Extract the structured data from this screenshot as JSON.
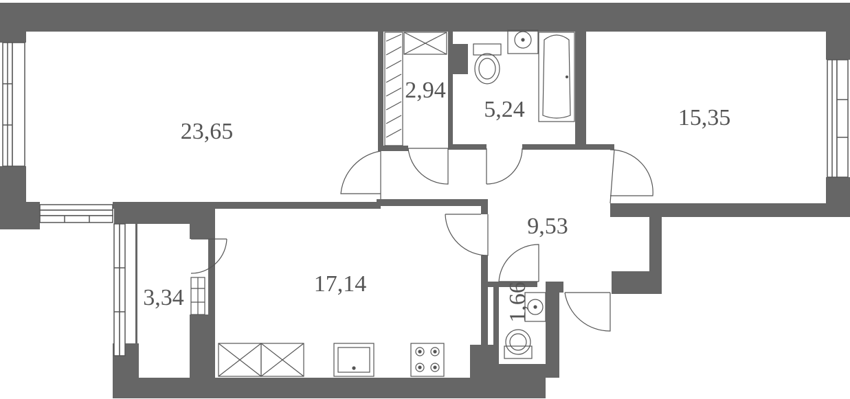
{
  "colors": {
    "wall": "#666666",
    "line": "#555555",
    "text": "#555555",
    "background": "#ffffff"
  },
  "rooms": [
    {
      "id": "living-room",
      "area": "23,65"
    },
    {
      "id": "closet",
      "area": "2,94"
    },
    {
      "id": "bathroom",
      "area": "5,24"
    },
    {
      "id": "bedroom",
      "area": "15,35"
    },
    {
      "id": "hallway",
      "area": "9,53"
    },
    {
      "id": "kitchen",
      "area": "17,14"
    },
    {
      "id": "balcony",
      "area": "3,34"
    },
    {
      "id": "toilet",
      "area": "1,66"
    }
  ],
  "icons": [
    "toilet-icon",
    "washbasin-icon",
    "bathtub-icon",
    "stove-icon",
    "sink-icon",
    "cabinet-icon",
    "window-icon",
    "door-swing-icon"
  ]
}
